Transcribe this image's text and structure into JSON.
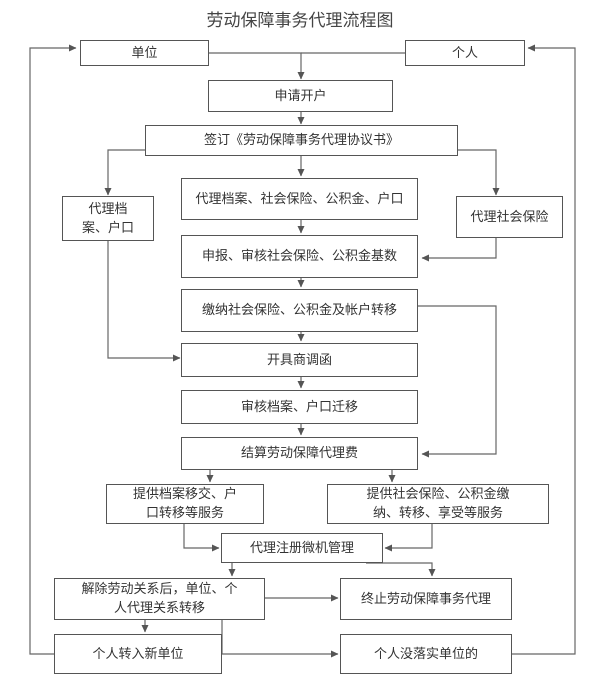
{
  "title": "劳动保障事务代理流程图",
  "nodes": {
    "unit": "单位",
    "individual": "个人",
    "apply_account": "申请开户",
    "sign_agreement": "签订《劳动保障事务代理协议书》",
    "agent_files": "代理档\n案、户口",
    "agent_files_social": "代理档案、社会保险、公积金、户口",
    "agent_social": "代理社会保险",
    "declare_review": "申报、审核社会保险、公积金基数",
    "pay_transfer": "缴纳社会保险、公积金及帐户转移",
    "issue_letter": "开具商调函",
    "review_files": "审核档案、户口迁移",
    "settle_fee": "结算劳动保障代理费",
    "provide_files": "提供档案移交、户\n口转移等服务",
    "provide_social": "提供社会保险、公积金缴\n纳、转移、享受等服务",
    "register_manage": "代理注册微机管理",
    "terminate_relation": "解除劳动关系后，单位、个\n人代理关系转移",
    "terminate_agency": "终止劳动保障事务代理",
    "new_unit": "个人转入新单位",
    "no_unit": "个人没落实单位的"
  },
  "colors": {
    "line": "#666666",
    "border": "#555555",
    "text": "#333333"
  }
}
